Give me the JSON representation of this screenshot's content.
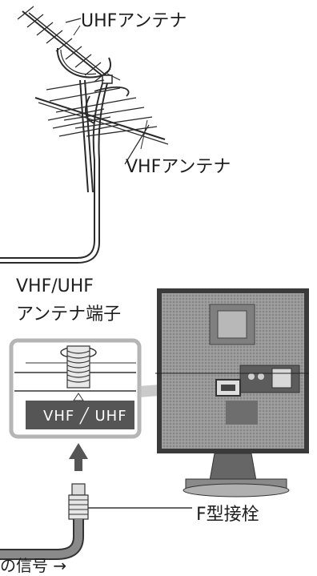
{
  "labels": {
    "uhf_antenna": "UHFアンテナ",
    "vhf_antenna": "VHFアンテナ",
    "terminal_line1": "VHF/UHF",
    "terminal_line2": "アンテナ端子",
    "plate_label": "VHF ╱ UHF",
    "f_connector": "F型接栓",
    "signal": "の信号 →"
  },
  "colors": {
    "line": "#2a2a2a",
    "zoom_frame": "#b5b5b5",
    "plate": "#555555",
    "cable": "#8a8a8a",
    "tv_body": "#8c8c8c"
  }
}
